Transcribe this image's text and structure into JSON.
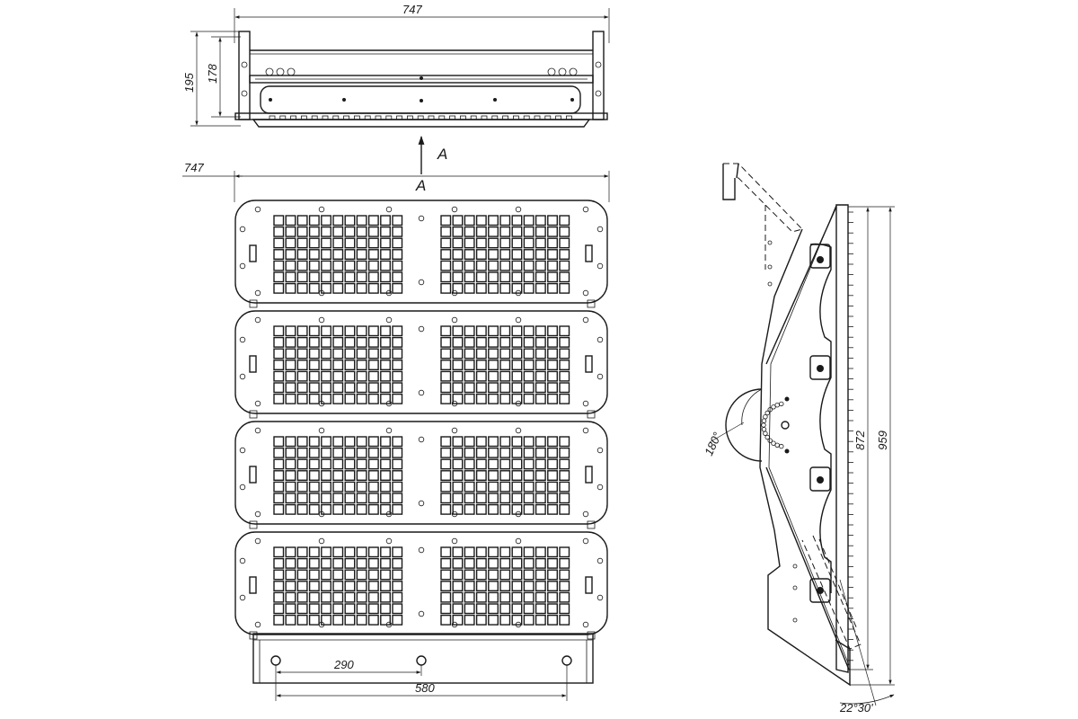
{
  "dimensions": {
    "top_width": "747",
    "top_height_outer": "195",
    "top_height_inner": "178",
    "front_width": "747",
    "mount_spacing_small": "290",
    "mount_spacing_large": "580",
    "side_height_inner": "872",
    "side_height_outer": "959",
    "rotation_angle": "180°",
    "tilt_angle": "22°30'"
  },
  "labels": {
    "view_arrow": "A",
    "view_title": "A"
  },
  "views": {
    "module_count": 4,
    "led_rows_per_block": 7,
    "led_cols_per_block": 11,
    "blocks_per_module": 2
  }
}
